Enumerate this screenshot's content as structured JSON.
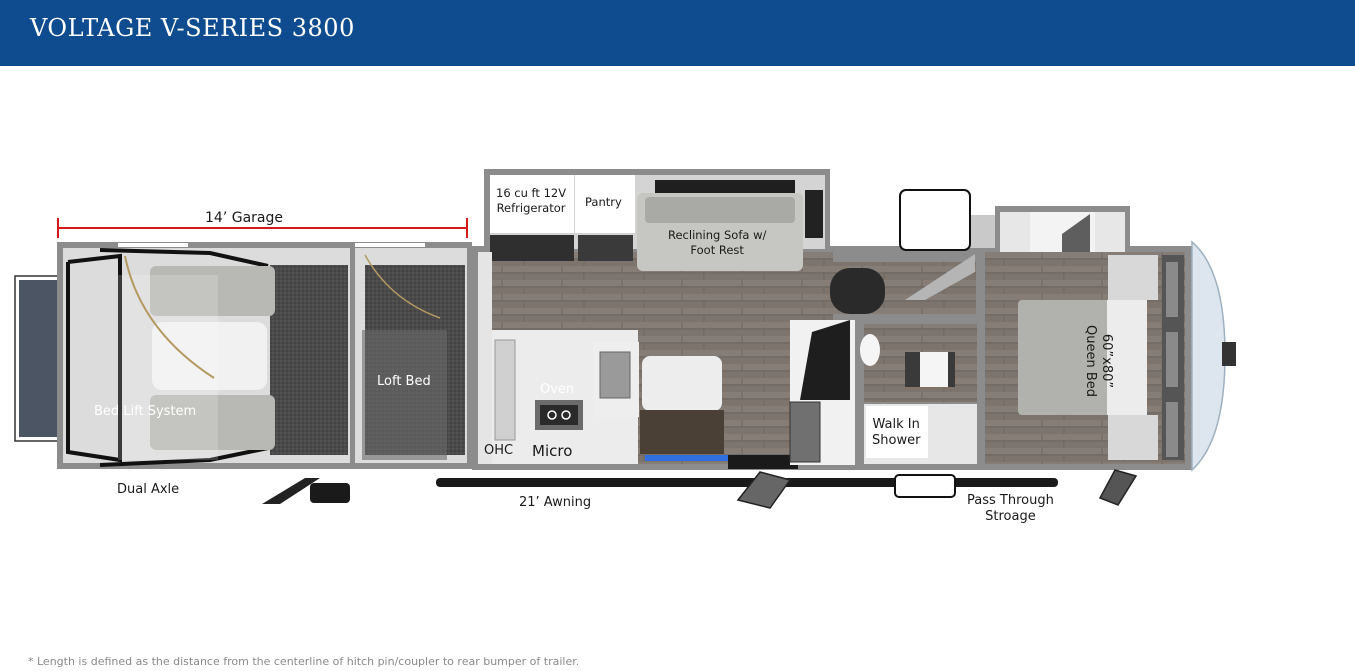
{
  "header": {
    "title": "VOLTAGE V-SERIES 3800",
    "background_color": "#0f4c8f"
  },
  "floorplan": {
    "dimension": {
      "label": "14’ Garage",
      "color": "#d51a1a"
    },
    "labels": {
      "bed_lift": "Bed Lift System",
      "loft_bed": "Loft Bed",
      "dual_axle": "Dual Axle",
      "refrigerator_line1": "16 cu ft 12V",
      "refrigerator_line2": "Refrigerator",
      "pantry": "Pantry",
      "sofa_line1": "Reclining Sofa w/",
      "sofa_line2": "Foot Rest",
      "oven": "Oven",
      "ohc": "OHC",
      "micro": "Micro",
      "awning": "21’ Awning",
      "shower_line1": "Walk In",
      "shower_line2": "Shower",
      "bed_size": "60”x80”",
      "bed_type": "Queen Bed",
      "storage_line1": "Pass Through",
      "storage_line2": "Stroage"
    }
  },
  "footnote": "* Length is defined as the distance from the centerline of hitch pin/coupler to rear bumper of trailer."
}
